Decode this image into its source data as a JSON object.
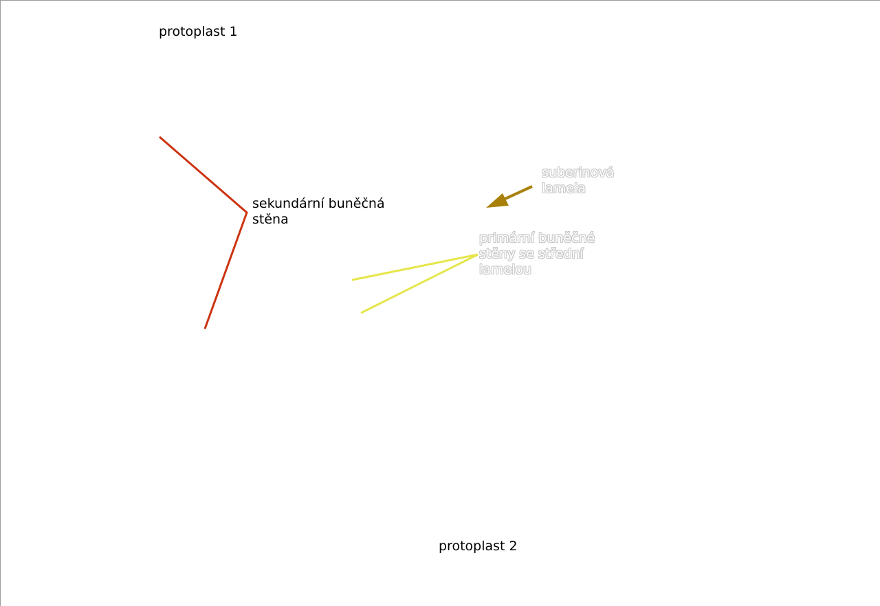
{
  "labels": {
    "protoplast_1": "protoplast 1",
    "protoplast_2": "protoplast 2",
    "secondary_wall": "sekundární buněčná\nstěna",
    "suberin_lamella": "suberinová\nlamela",
    "primary_walls": "primární buněčné\nstěny se střední\nlamelou"
  },
  "colors": {
    "secondary_wall_line": "#cc3311",
    "suberin_arrow": "#a8800a",
    "primary_wall_lines": "#e6e64a",
    "outline_text": "#ffffff"
  }
}
